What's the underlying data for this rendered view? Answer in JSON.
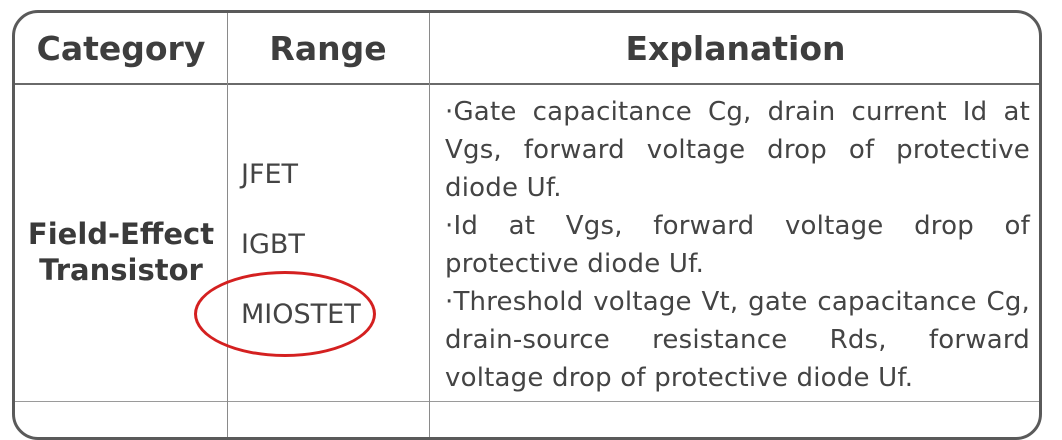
{
  "table": {
    "headers": {
      "category": "Category",
      "range": "Range",
      "explanation": "Explanation"
    },
    "rows": [
      {
        "category": [
          "Field-Effect",
          "Transistor"
        ],
        "range": [
          "JFET",
          "IGBT",
          "MIOSTET"
        ],
        "explanation": [
          "·Gate capacitance Cg, drain current Id at Vgs, forward voltage drop of protective diode Uf.",
          "·Id at Vgs, forward voltage drop of protective diode Uf.",
          "·Threshold voltage Vt, gate capacitance Cg, drain-source resistance Rds, forward voltage drop of protective diode Uf."
        ]
      }
    ]
  },
  "annotation": {
    "highlight_color": "#d42020",
    "highlighted_item": "MIOSTET"
  },
  "colors": {
    "border": "#5a5a5a",
    "text": "#3a3a3a"
  }
}
